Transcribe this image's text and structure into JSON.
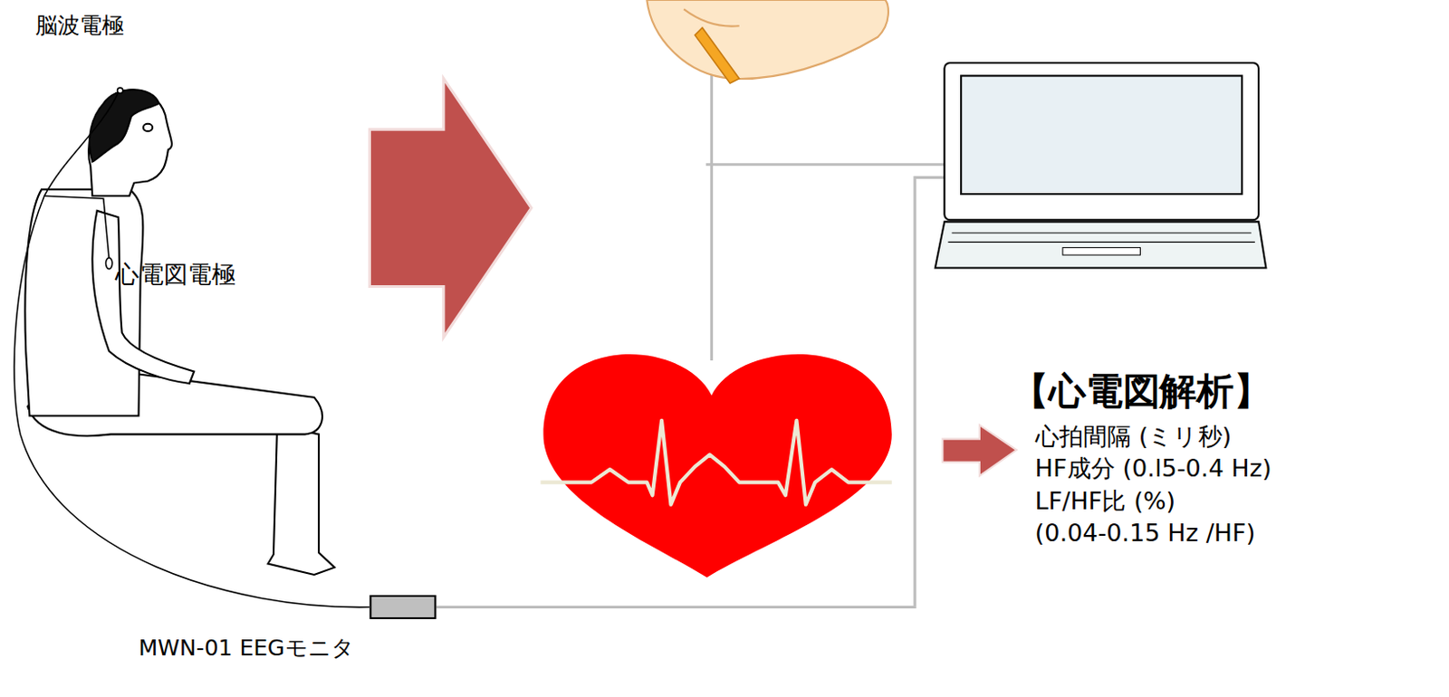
{
  "diagram": {
    "nodes": [
      {
        "text": [
          "MWN-01 EEGモニタ"
        ]
      }
    ],
    "labels": [
      "脳波電極",
      "心電図電極",
      "【心電図解析】",
      "心拍間隔 (ミリ秒)",
      "HF成分 (0.l5-0.4 Hz)",
      "LF/HF比 (%)",
      "(0.04-0.15 Hz /HF)"
    ]
  }
}
